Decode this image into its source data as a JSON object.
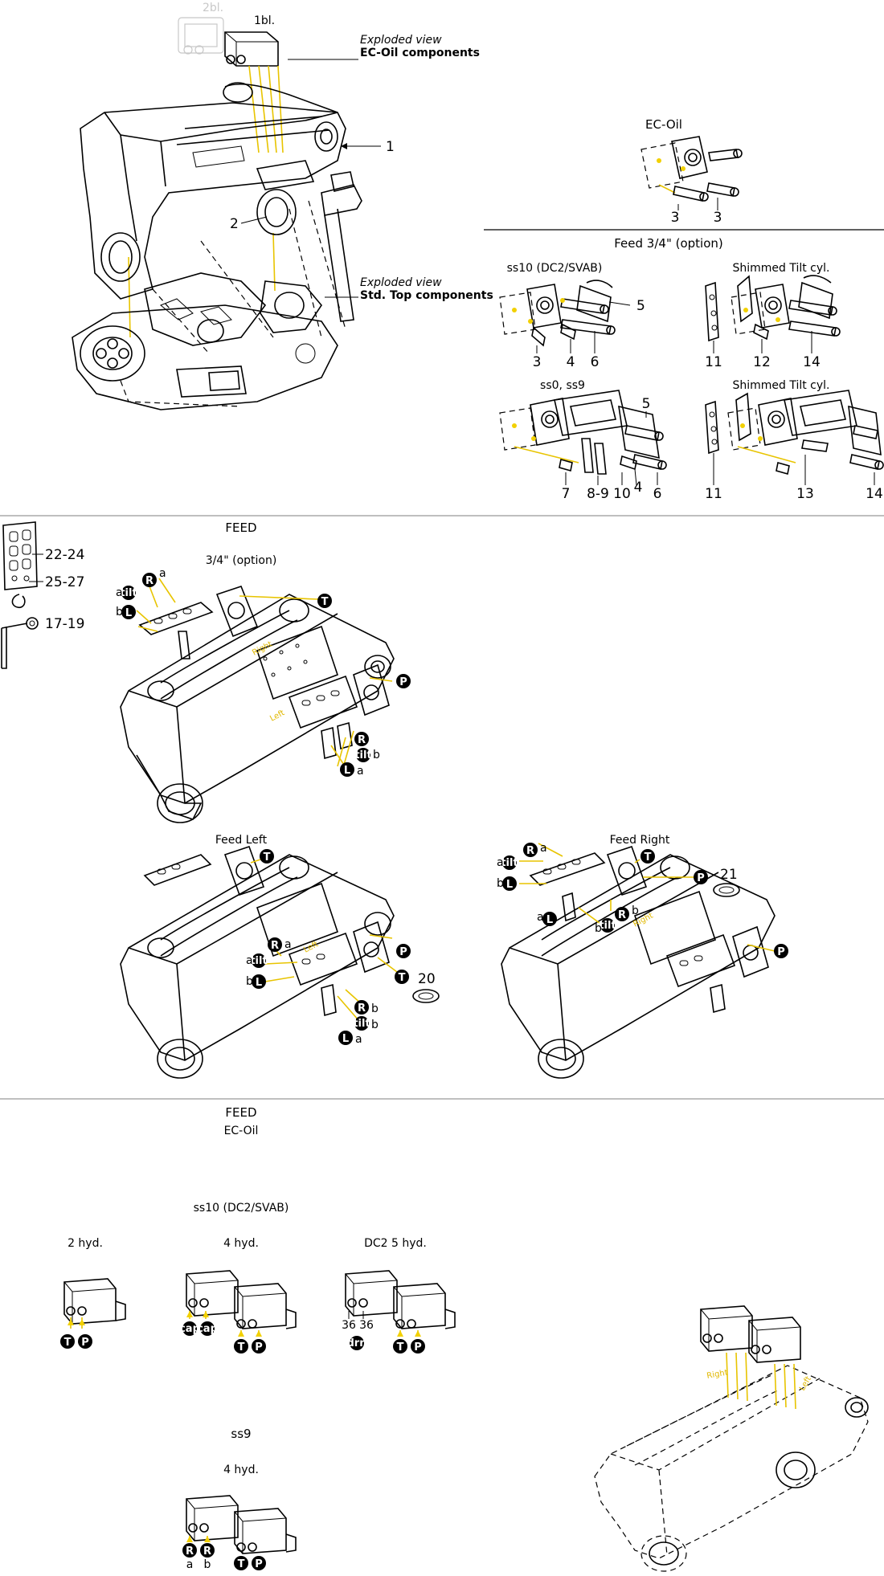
{
  "top": {
    "ghost_label": "2bl.",
    "block_label": "1bl.",
    "exploded_ec_caption": "Exploded view",
    "exploded_ec_title": "EC-Oil components",
    "exploded_std_caption": "Exploded view",
    "exploded_std_title": "Std. Top components",
    "callout_1": "1",
    "callout_2": "2"
  },
  "right_panel": {
    "ec_oil_title": "EC-Oil",
    "ec_oil_callouts": [
      "3",
      "3"
    ],
    "feed_title": "Feed 3/4\" (option)",
    "ss10_title": "ss10 (DC2/SVAB)",
    "ss10_callouts": [
      "5",
      "3",
      "4",
      "6"
    ],
    "shim1_title": "Shimmed Tilt cyl.",
    "shim1_callouts": [
      "11",
      "12",
      "14"
    ],
    "ss0_title": "ss0, ss9",
    "ss0_callouts": [
      "5",
      "7",
      "8-9",
      "10",
      "4",
      "6"
    ],
    "shim2_title": "Shimmed Tilt cyl.",
    "shim2_callouts": [
      "11",
      "13",
      "14"
    ]
  },
  "feed_section": {
    "title": "FEED",
    "subtitle": "3/4\" (option)",
    "parts": [
      "22-24",
      "25-27",
      "17-19"
    ],
    "port_labels": {
      "R": "R",
      "tilt": "tilt",
      "L": "L",
      "T": "T",
      "P": "P",
      "a": "a",
      "b": "b",
      "right": "Right",
      "left": "Left"
    },
    "feed_left_title": "Feed Left",
    "feed_left_callout": "20",
    "feed_right_title": "Feed Right",
    "feed_right_callout": "21"
  },
  "ec_section": {
    "title": "FEED",
    "subtitle": "EC-Oil",
    "ss10_title": "ss10 (DC2/SVAB)",
    "two_hyd": "2 hyd.",
    "four_hyd": "4 hyd.",
    "dc2_hyd": "DC2 5 hyd.",
    "cap": "cap",
    "drn": "drn",
    "n36": "36",
    "ss9_title": "ss9",
    "ss9_hyd": "4 hyd.",
    "right": "Right",
    "left": "Left"
  }
}
